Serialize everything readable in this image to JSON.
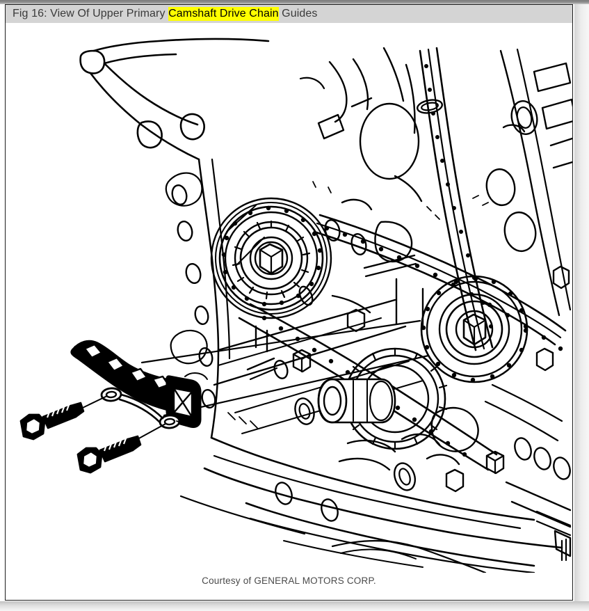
{
  "figure": {
    "caption_prefix": "Fig 16: View Of Upper Primary ",
    "caption_highlight": "Camshaft Drive Chain",
    "caption_suffix": " Guides",
    "caption_full": "Fig 16: View Of Upper Primary Camshaft Drive Chain Guides",
    "courtesy": "Courtesy of GENERAL MOTORS CORP.",
    "highlight_color": "#ffff00",
    "title_bar_color": "#d4d4d4",
    "title_text_color": "#3a3a3a",
    "frame_border_color": "#1c1c1c",
    "page_background": "#ffffff",
    "line_art_color": "#000000"
  },
  "illustration": {
    "subject": "engine front cover timing / camshaft drive chain assembly",
    "view": "exploded isometric line drawing",
    "parts": [
      {
        "name": "upper primary camshaft drive chain guide",
        "location": "left, exploded off the engine"
      },
      {
        "name": "guide mounting bolt upper",
        "location": "lower left"
      },
      {
        "name": "guide mounting bolt lower",
        "location": "lower left"
      },
      {
        "name": "camshaft sprocket",
        "location": "upper center"
      },
      {
        "name": "primary drive chain",
        "location": "center diagonal"
      },
      {
        "name": "crankshaft sprocket",
        "location": "center"
      },
      {
        "name": "crankshaft snout",
        "location": "center left of sprocket"
      },
      {
        "name": "idler sprocket",
        "location": "center right"
      },
      {
        "name": "engine block front face",
        "location": "background"
      },
      {
        "name": "oil pan rail",
        "location": "bottom"
      },
      {
        "name": "leader line upper",
        "location": "from guide to mounting boss"
      },
      {
        "name": "leader line lower",
        "location": "from guide to mounting boss"
      }
    ]
  }
}
